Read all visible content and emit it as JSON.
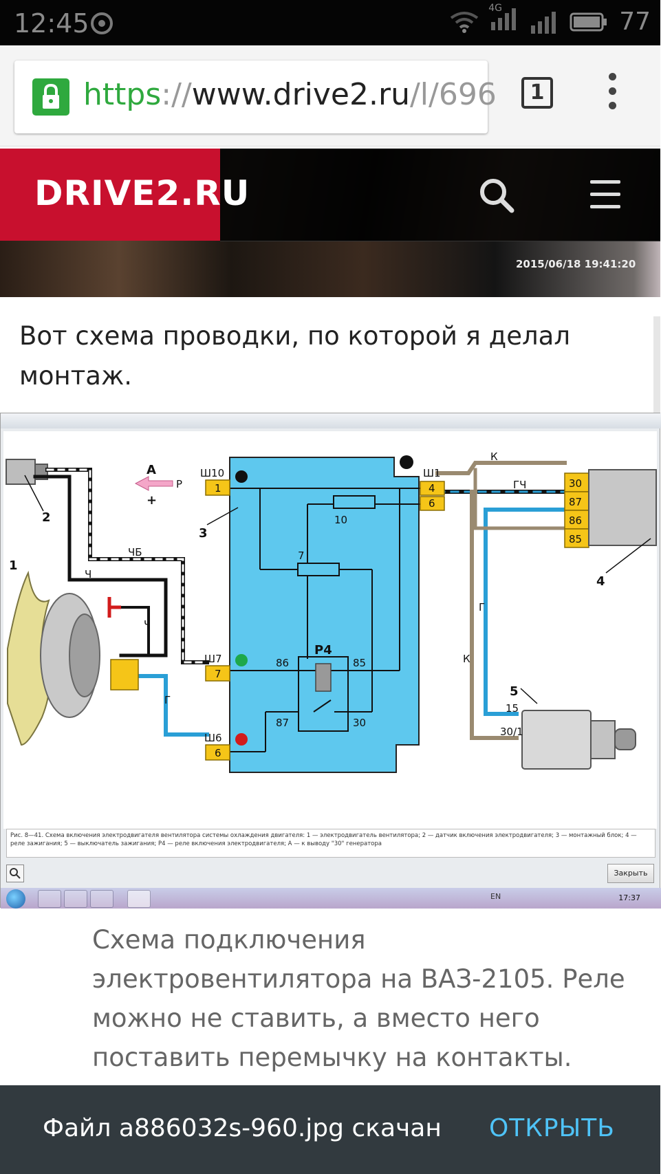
{
  "status_bar": {
    "time": "12:45",
    "network": "4G",
    "battery": "77"
  },
  "address_bar": {
    "scheme": "https",
    "separator": "://",
    "host": "www.drive2.ru",
    "path": "/l/696",
    "tab_count": "1"
  },
  "site_header": {
    "logo": "DRIVE2.RU",
    "photo_timestamp": "2015/06/18 19:41:20"
  },
  "post": {
    "paragraph": "Вот схема проводки, по которой я делал монтаж.",
    "image_caption": "Схема подключения электровентилятора на ВАЗ-2105. Реле можно не ставить, а вместо него поставить перемычку на контакты."
  },
  "diagram": {
    "labels": {
      "n1": "1",
      "n2": "2",
      "n3": "3",
      "n4": "4",
      "n5": "5",
      "a": "A",
      "plus": "+",
      "p": "Р",
      "sh10": "Ш10",
      "sh1": "Ш1",
      "sh7": "Ш7",
      "sh6": "Ш6",
      "pin1": "1",
      "pin4": "4",
      "pin6a": "6",
      "pin7": "7",
      "pin6b": "6",
      "fuse10": "10",
      "fuse7": "7",
      "relay": "Р4",
      "r86": "86",
      "r85": "85",
      "r87": "87",
      "r30": "30",
      "t30": "30",
      "t87": "87",
      "t86": "86",
      "t85": "85",
      "w_k1": "К",
      "w_gch": "ГЧ",
      "w_g1": "Г",
      "w_k2": "К",
      "w_chb": "ЧБ",
      "w_ch1": "Ч",
      "w_ch2": "Ч",
      "w_g2": "Г",
      "s15": "15",
      "s301": "30/1"
    },
    "caption": "Рис. 8—41. Схема включения электродвигателя вентилятора системы охлаждения двигателя: 1 — электродвигатель вентилятора; 2 — датчик включения электродвигателя; 3 — монтажный блок; 4 — реле зажигания; 5 — выключатель зажигания; Р4 — реле включения электродвигателя; А — к выводу \"30\" генератора",
    "close_button": "Закрыть",
    "taskbar_lang": "EN",
    "taskbar_time": "17:37"
  },
  "snackbar": {
    "message": "Файл a886032s-960.jpg скачан",
    "action": "ОТКРЫТЬ"
  },
  "colors": {
    "brand_red": "#c8102e",
    "fuse_block_blue": "#5ec8ee",
    "connector_yellow": "#f5c518",
    "wire_blue": "#2a9fd6",
    "wire_brown": "#9a8a70",
    "snackbar_action": "#4fc3f7"
  }
}
